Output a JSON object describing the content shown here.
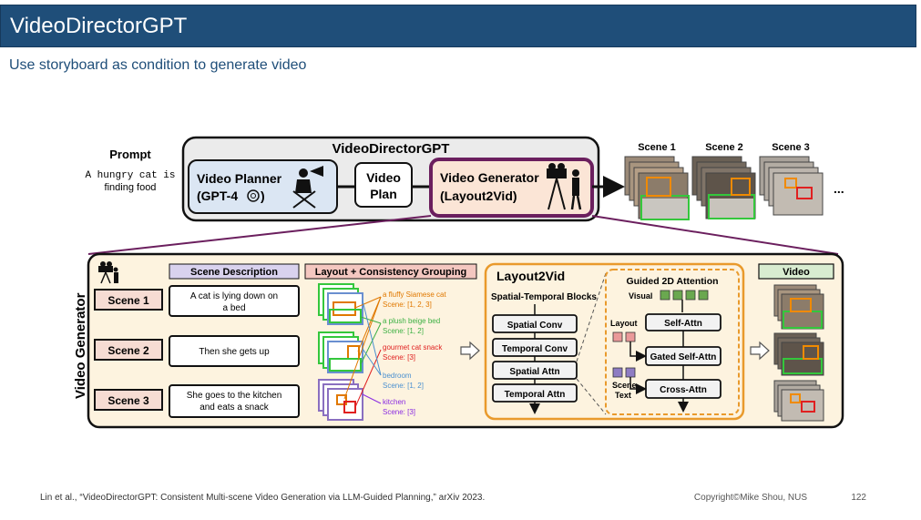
{
  "slide": {
    "title": "VideoDirectorGPT",
    "subtitle": "Use storyboard as condition to generate video",
    "citation": "Lin et al., “VideoDirectorGPT: Consistent Multi-scene Video Generation via LLM-Guided Planning,” arXiv 2023.",
    "copyright": "Copyright©Mike Shou, NUS",
    "page_number": "122"
  },
  "top": {
    "prompt_label": "Prompt",
    "prompt_line1": "A hungry cat is",
    "prompt_line2": "finding food",
    "system_title": "VideoDirectorGPT",
    "planner_line1": "Video Planner",
    "planner_line2": "(GPT-4",
    "plan_line1": "Video",
    "plan_line2": "Plan",
    "generator_line1": "Video Generator",
    "generator_line2": "(Layout2Vid)",
    "scene_labels": [
      "Scene 1",
      "Scene 2",
      "Scene 3"
    ],
    "ellipsis": "..."
  },
  "bottom": {
    "section_label": "Video Generator",
    "scene_desc_header": "Scene Description",
    "layout_header": "Layout + Consistency Grouping",
    "scenes": [
      {
        "label": "Scene 1",
        "desc1": "A cat is lying down on",
        "desc2": "a bed"
      },
      {
        "label": "Scene 2",
        "desc1": "Then she gets up",
        "desc2": ""
      },
      {
        "label": "Scene 3",
        "desc1": "She goes to the kitchen",
        "desc2": "and eats a snack"
      }
    ],
    "entities": [
      {
        "name": "a fluffy Siamese cat",
        "scenes": "Scene: [1, 2, 3]",
        "color": "#e07800"
      },
      {
        "name": "a plush beige bed",
        "scenes": "Scene: [1, 2]",
        "color": "#3cb043"
      },
      {
        "name": "gourmet cat snack",
        "scenes": "Scene: [3]",
        "color": "#e02020"
      },
      {
        "name": "bedroom",
        "scenes": "Scene: [1, 2]",
        "color": "#4a90d0"
      },
      {
        "name": "kitchen",
        "scenes": "Scene: [3]",
        "color": "#8a2be2"
      }
    ],
    "l2v_title": "Layout2Vid",
    "l2v_subtitle": "Spatial-Temporal Blocks",
    "blocks": [
      "Spatial Conv",
      "Temporal Conv",
      "Spatial Attn",
      "Temporal Attn"
    ],
    "attn_title": "Guided 2D Attention",
    "visual_label": "Visual",
    "layout_label": "Layout",
    "scene_text_line1": "Scene",
    "scene_text_line2": "Text",
    "attn_blocks": [
      "Self-Attn",
      "Gated Self-Attn",
      "Cross-Attn"
    ],
    "video_label": "Video"
  },
  "colors": {
    "title_bg": "#1f4e79",
    "purple": "#6b1f5e",
    "orange": "#e99a2c",
    "scene_box": "#f6dcd3",
    "header_purple": "#d9d2ee",
    "header_pink": "#f4c7c0",
    "video_green": "#d8ecd0"
  }
}
